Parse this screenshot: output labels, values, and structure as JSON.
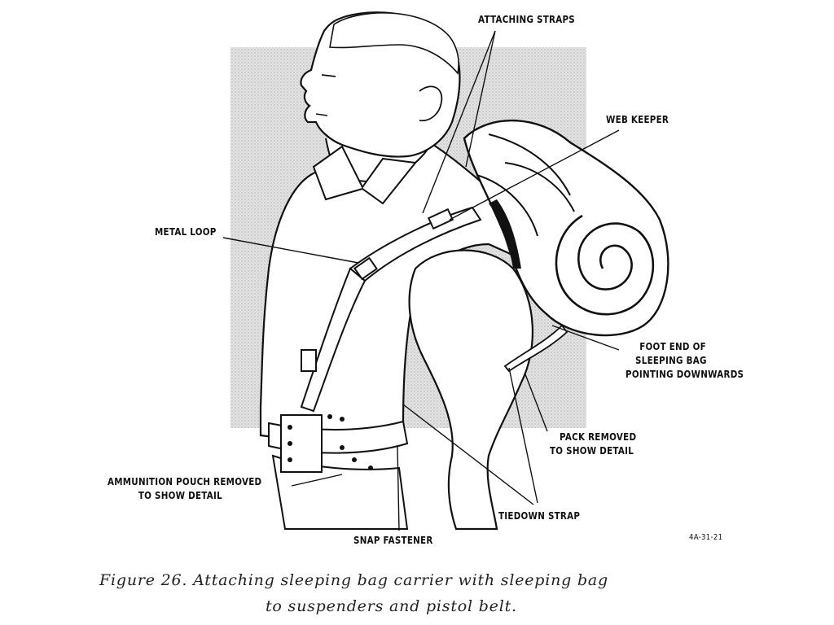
{
  "figure": {
    "labels": {
      "attaching_straps": "ATTACHING STRAPS",
      "web_keeper": "WEB KEEPER",
      "metal_loop": "METAL LOOP",
      "foot_end": [
        "FOOT END OF",
        "SLEEPING BAG",
        "POINTING DOWNWARDS"
      ],
      "pack_removed": [
        "PACK REMOVED",
        "TO SHOW DETAIL"
      ],
      "ammunition_pouch": [
        "AMMUNITION POUCH REMOVED",
        "TO SHOW DETAIL"
      ],
      "tiedown_strap": "TIEDOWN STRAP",
      "snap_fastener": "SNAP FASTENER"
    },
    "figure_code": "4A-31-21",
    "caption_line1": "Figure 26.   Attaching sleeping bag carrier with sleeping bag",
    "caption_line2": "to suspenders and pistol belt."
  }
}
